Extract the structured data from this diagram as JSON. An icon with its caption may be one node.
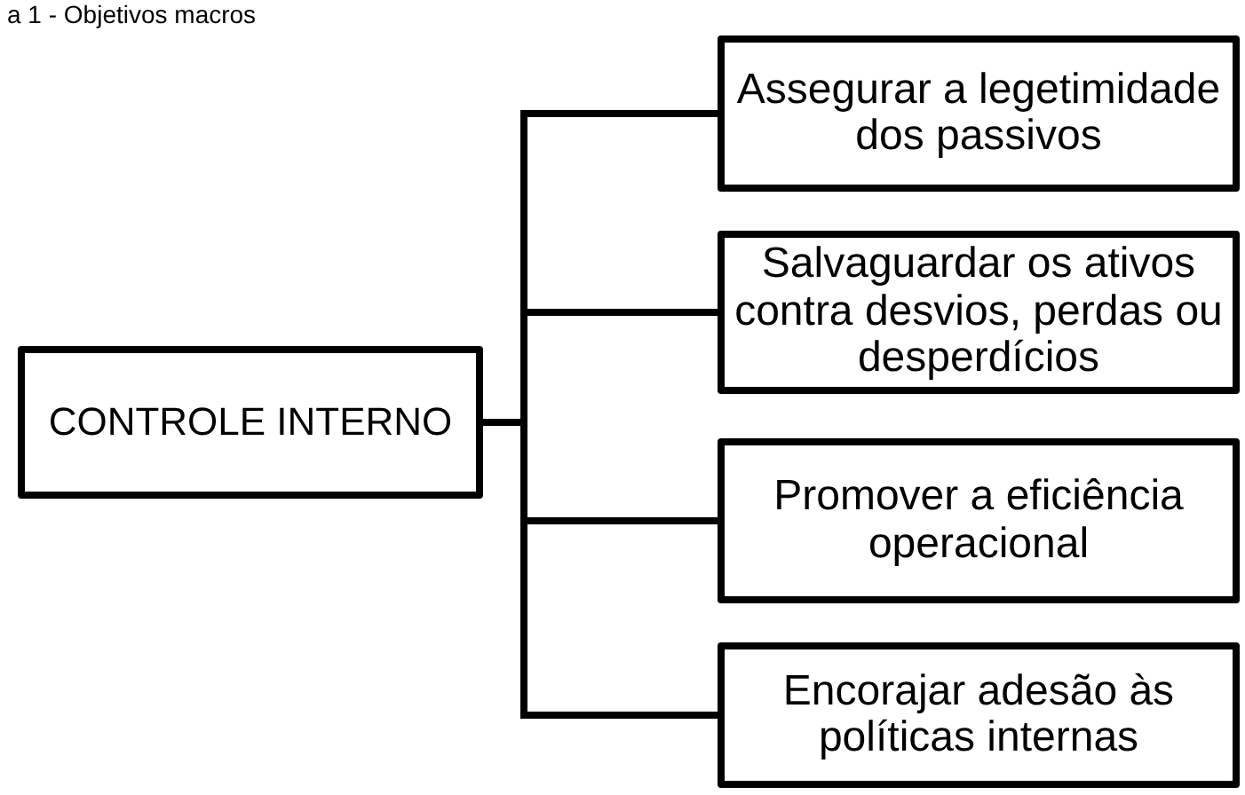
{
  "diagram": {
    "title": "a 1 - Objetivos macros",
    "nodes": [
      {
        "text": [
          "CONTROLE INTERNO"
        ]
      },
      {
        "text": [
          "Assegurar a legetimidade dos passivos"
        ]
      },
      {
        "text": [
          "Salvaguardar os ativos contra desvios, perdas ou desperdícios"
        ]
      },
      {
        "text": [
          "Promover a eficiência operacional"
        ]
      },
      {
        "text": [
          "Encorajar adesão às políticas internas"
        ]
      }
    ],
    "edges": [
      {
        "from": 0,
        "to": 1,
        "arrow": "none"
      },
      {
        "from": 0,
        "to": 2,
        "arrow": "none"
      },
      {
        "from": 0,
        "to": 3,
        "arrow": "none"
      },
      {
        "from": 0,
        "to": 4,
        "arrow": "none"
      }
    ]
  }
}
